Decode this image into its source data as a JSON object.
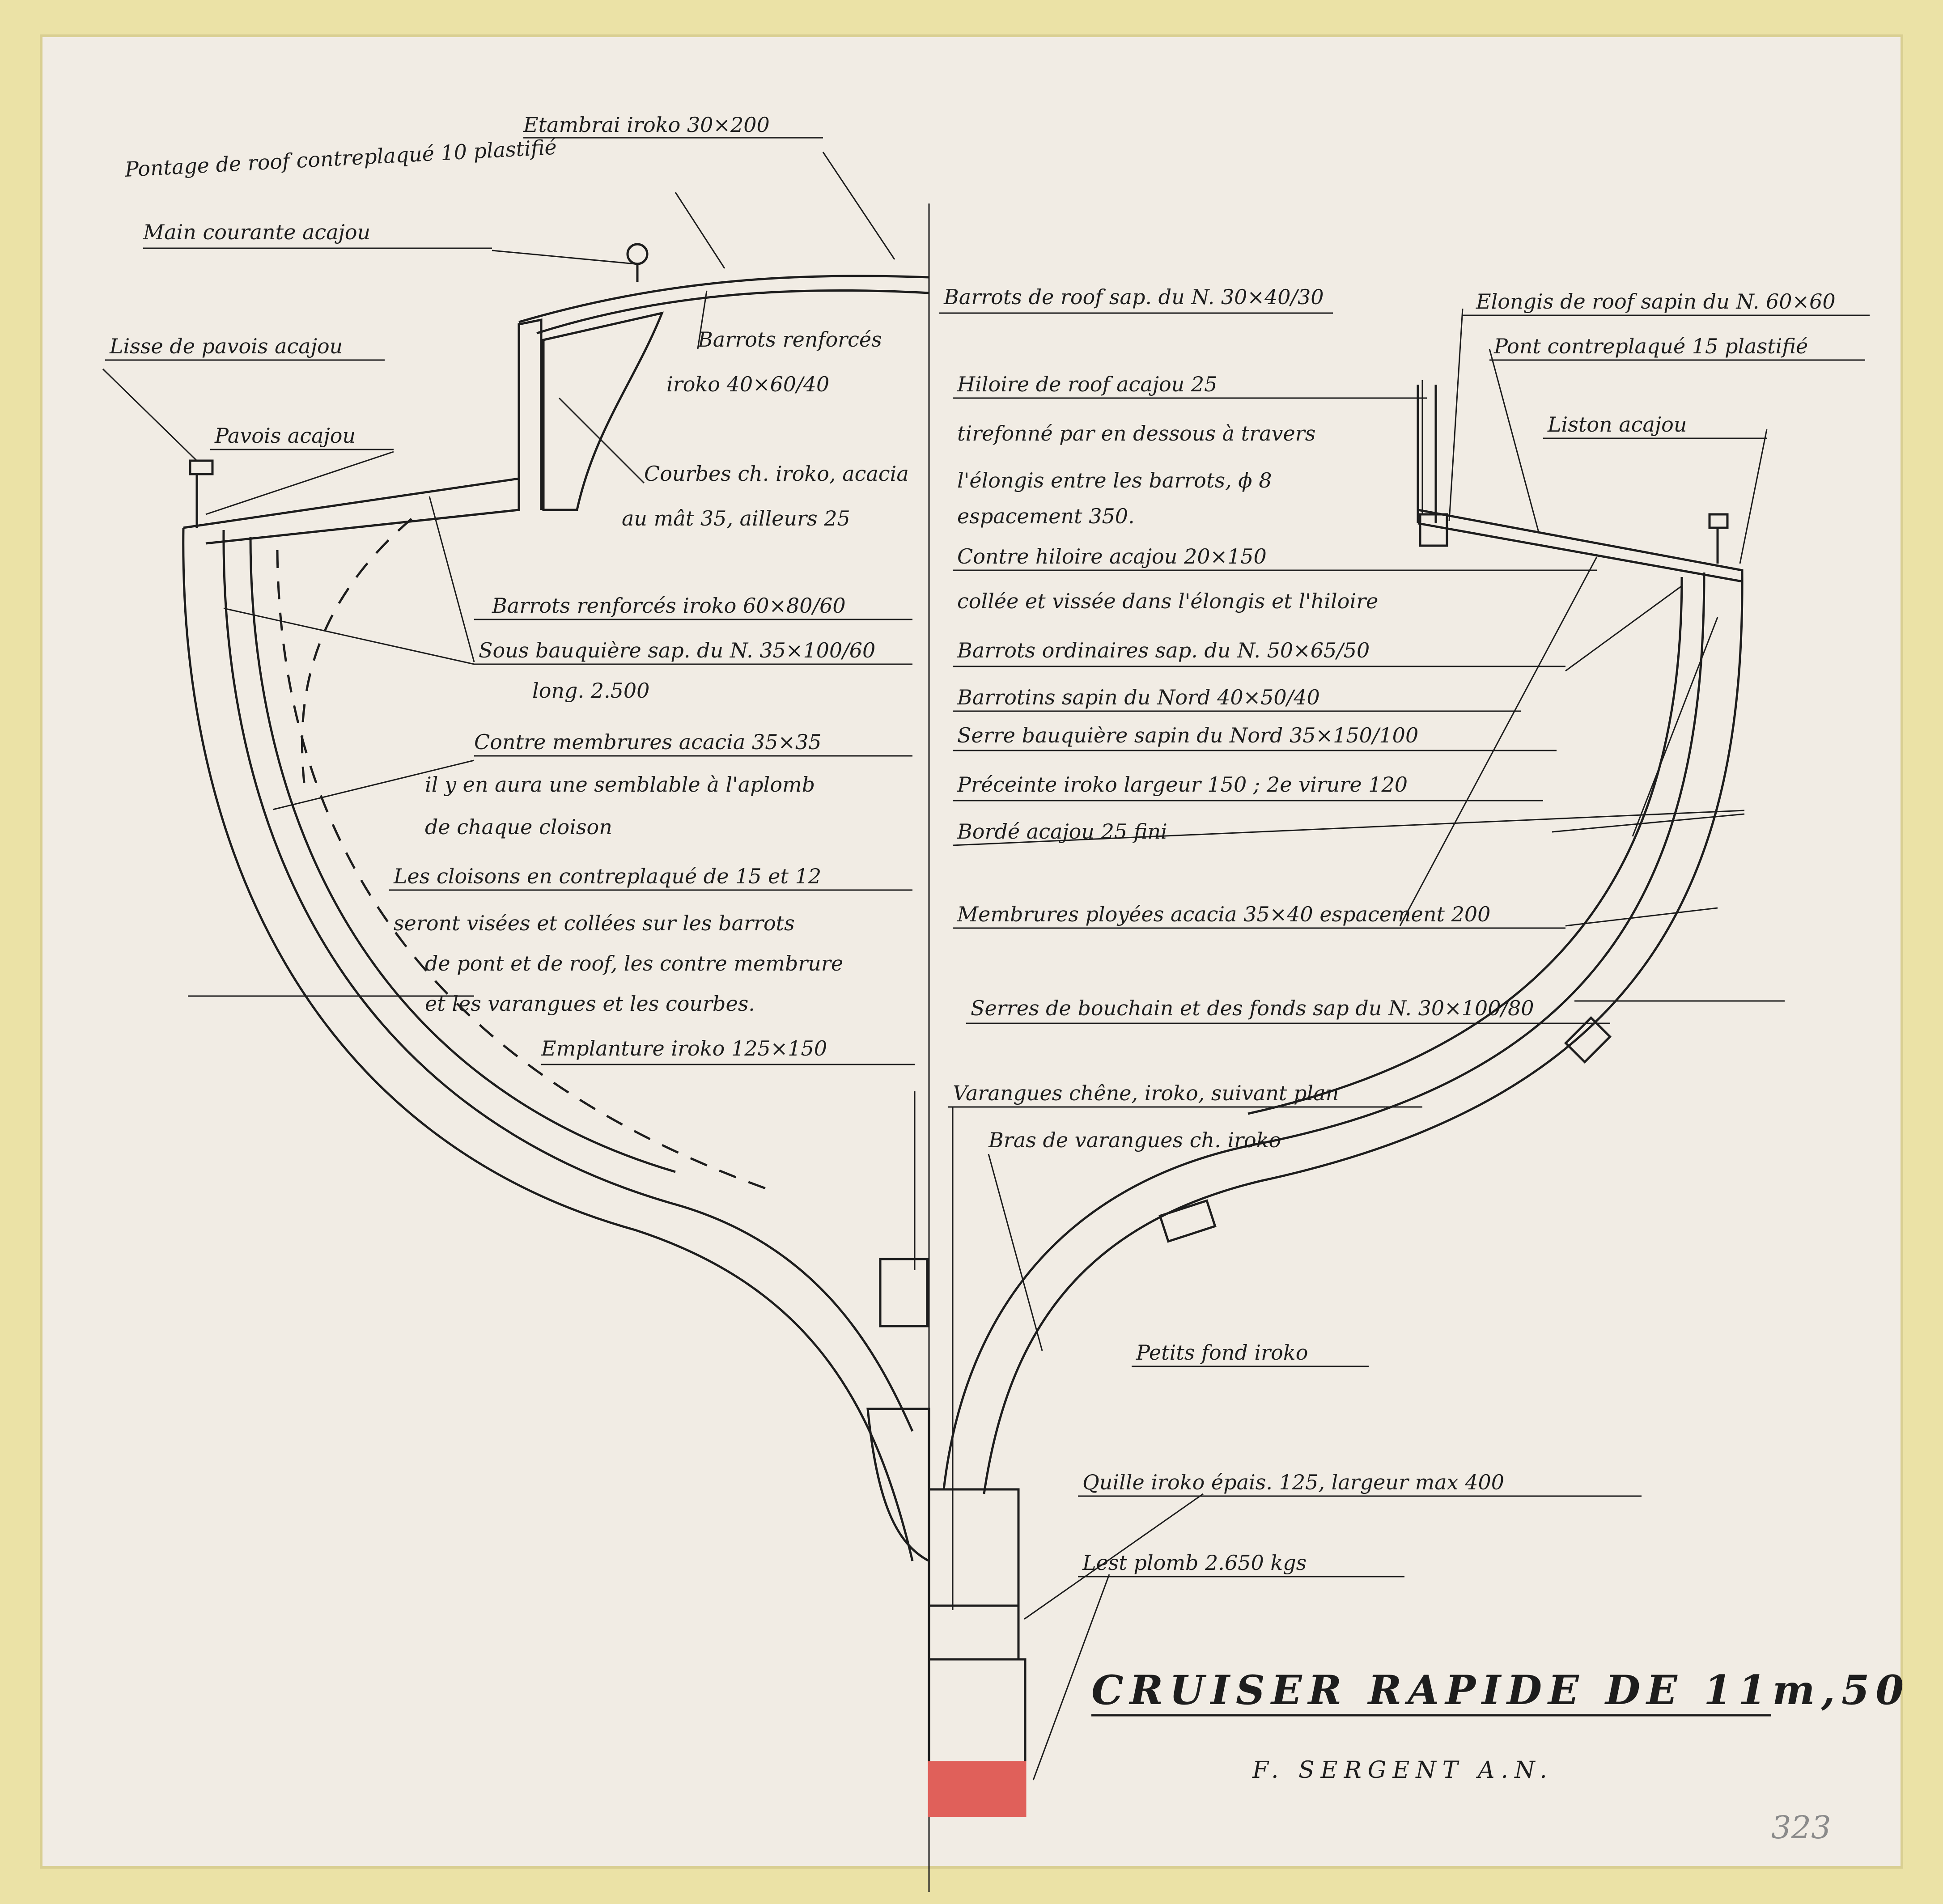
{
  "drawing": {
    "title": "CRUISER RAPIDE DE 11m,50",
    "author": "F. SERGENT A.N.",
    "sheet_number": "323"
  },
  "labels_left": [
    "Etambrai iroko 30×200",
    "Pontage de roof contreplaqué 10 plastifié",
    "Main courante acajou",
    "Lisse de pavois acajou",
    "Pavois acajou",
    "Barrots renforcés",
    "iroko 40×60/40",
    "Courbes ch. iroko, acacia",
    "au mât 35, ailleurs 25",
    "Barrots renforcés iroko 60×80/60",
    "Sous bauquière sap. du N. 35×100/60",
    "long. 2.500",
    "Contre membrures acacia 35×35",
    "il y en aura une semblable à l'aplomb",
    "de chaque cloison",
    "Les cloisons en contreplaqué de 15 et 12",
    "seront visées et collées sur les barrots",
    "de pont et de roof, les contre membrure",
    "et les varangues et les courbes.",
    "Emplanture iroko 125×150"
  ],
  "labels_right": [
    "Barrots de roof sap. du N. 30×40/30",
    "Elongis de roof sapin du N. 60×60",
    "Pont contreplaqué 15 plastifié",
    "Hiloire de roof acajou 25",
    "tirefonné par en dessous à travers",
    "l'élongis entre les barrots, ϕ 8",
    "espacement 350.",
    "Liston acajou",
    "Contre hiloire acajou 20×150",
    "collée et vissée dans l'élongis et l'hiloire",
    "Barrots ordinaires sap. du N. 50×65/50",
    "Barrotins sapin du Nord 40×50/40",
    "Serre bauquière sapin du Nord 35×150/100",
    "Préceinte iroko largeur 150 ; 2e virure 120",
    "Bordé acajou 25 fini",
    "Membrures ployées acacia 35×40 espacement 200",
    "Serres de bouchain et des fonds sap du N. 30×100/80",
    "Varangues chêne, iroko, suivant plan",
    "Bras de varangues ch. iroko",
    "Petits fond iroko",
    "Quille iroko épais. 125, largeur max 400",
    "Lest plomb 2.650 kgs"
  ],
  "colors": {
    "frame": "#ebe2a6",
    "paper": "#f1ece4",
    "ink": "#1d1d1d",
    "lead_ballast": "#e0605a"
  }
}
